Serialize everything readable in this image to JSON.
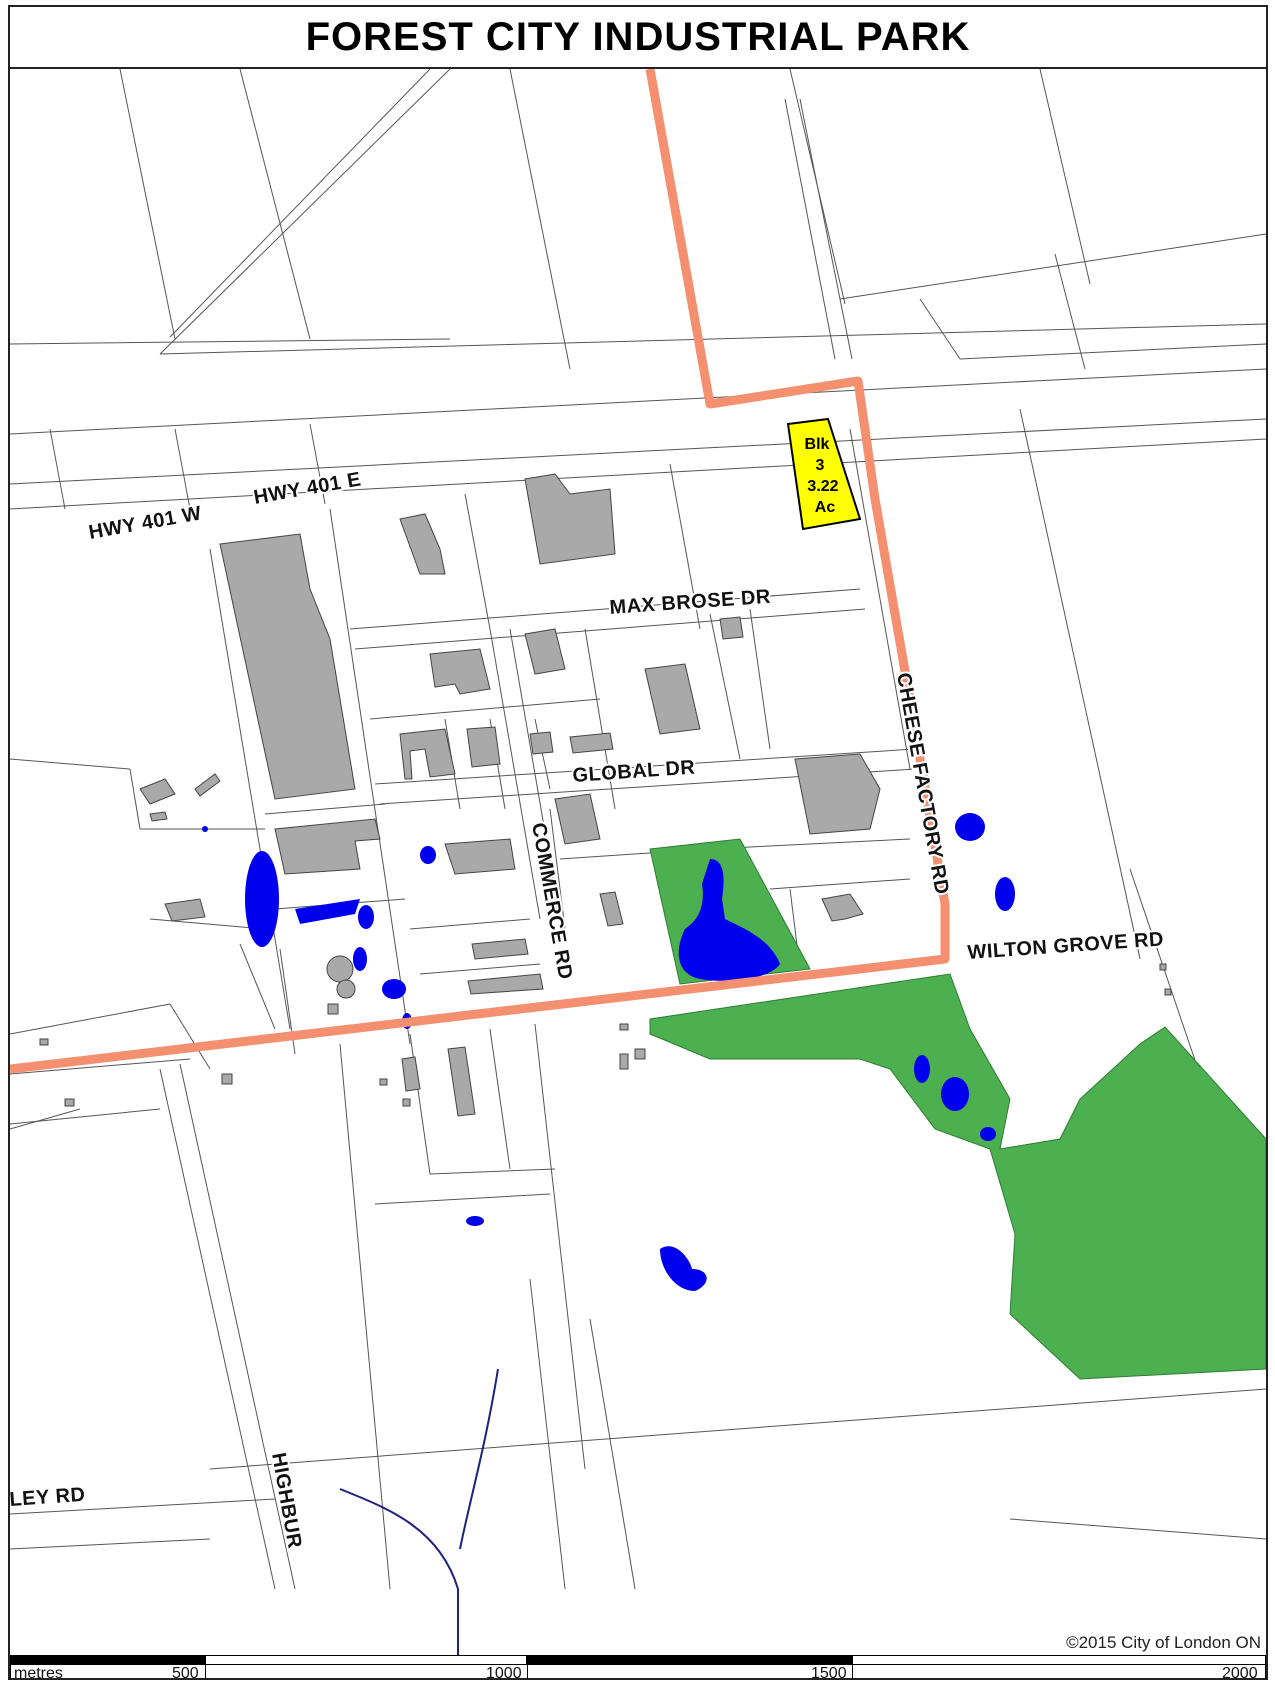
{
  "title": "FOREST CITY INDUSTRIAL PARK",
  "labels": {
    "hwy401w": "HWY 401 W",
    "hwy401e": "HWY 401 E",
    "max_brose": "MAX BROSE DR",
    "global": "GLOBAL DR",
    "commerce": "COMMERCE RD",
    "cheese_factory": "CHEESE FACTORY RD",
    "wilton_grove": "WILTON GROVE RD",
    "ley": "LEY RD",
    "highbur": "HIGHBUR"
  },
  "parcel": {
    "line1": "Blk",
    "line2": "3",
    "line3": "3.22",
    "line4": "Ac"
  },
  "copyright": "©2015 City of London ON",
  "scale": {
    "unit": "metres",
    "ticks": [
      "500",
      "1000",
      "1500",
      "2000"
    ]
  },
  "colors": {
    "boundary": "#f4906f",
    "water": "#0000ee",
    "green": "#4caf50",
    "building": "#a9a9a9",
    "parcel": "#ffff00"
  }
}
